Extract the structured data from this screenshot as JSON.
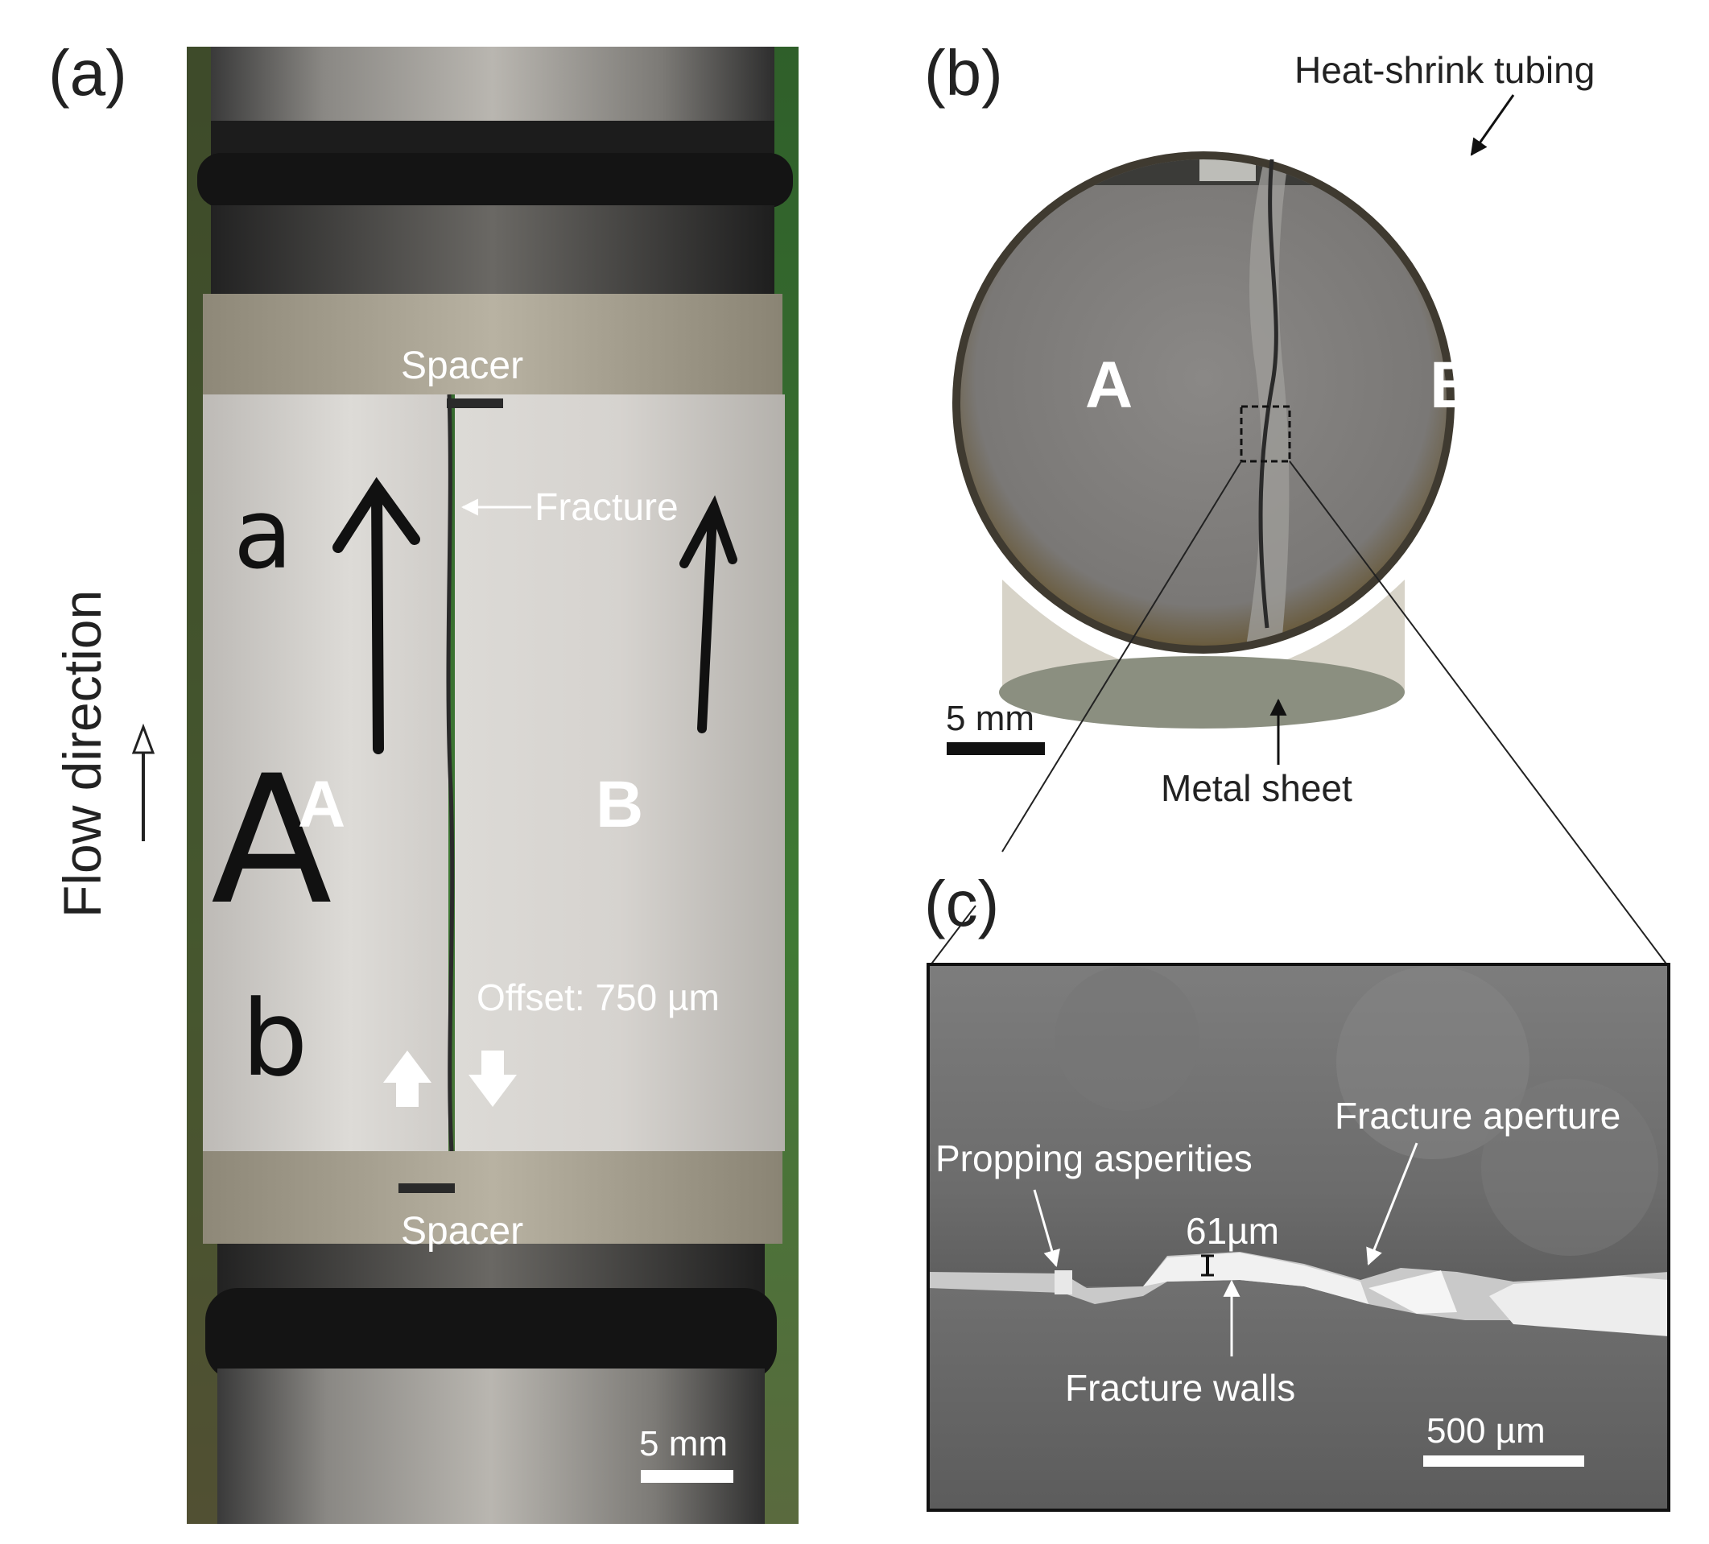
{
  "panel_a": {
    "letter": "(a)",
    "flow_label": "Flow direction",
    "spacer_top": "Spacer",
    "spacer_bottom": "Spacer",
    "fracture_label": "Fracture",
    "block_a": "A",
    "block_b": "B",
    "offset_label": "Offset: 750 µm",
    "scale_label": "5 mm",
    "handwritten": {
      "top": "a",
      "middle": "A",
      "bottom": "b"
    }
  },
  "panel_b": {
    "letter": "(b)",
    "tubing_label": "Heat-shrink tubing",
    "block_a": "A",
    "block_b": "B",
    "scale_label": "5 mm",
    "metal_label": "Metal sheet"
  },
  "panel_c": {
    "letter": "(c)",
    "aperture_label": "Fracture aperture",
    "asperities_label": "Propping asperities",
    "measure_label": "61µm",
    "walls_label": "Fracture walls",
    "scale_label": "500 µm"
  }
}
